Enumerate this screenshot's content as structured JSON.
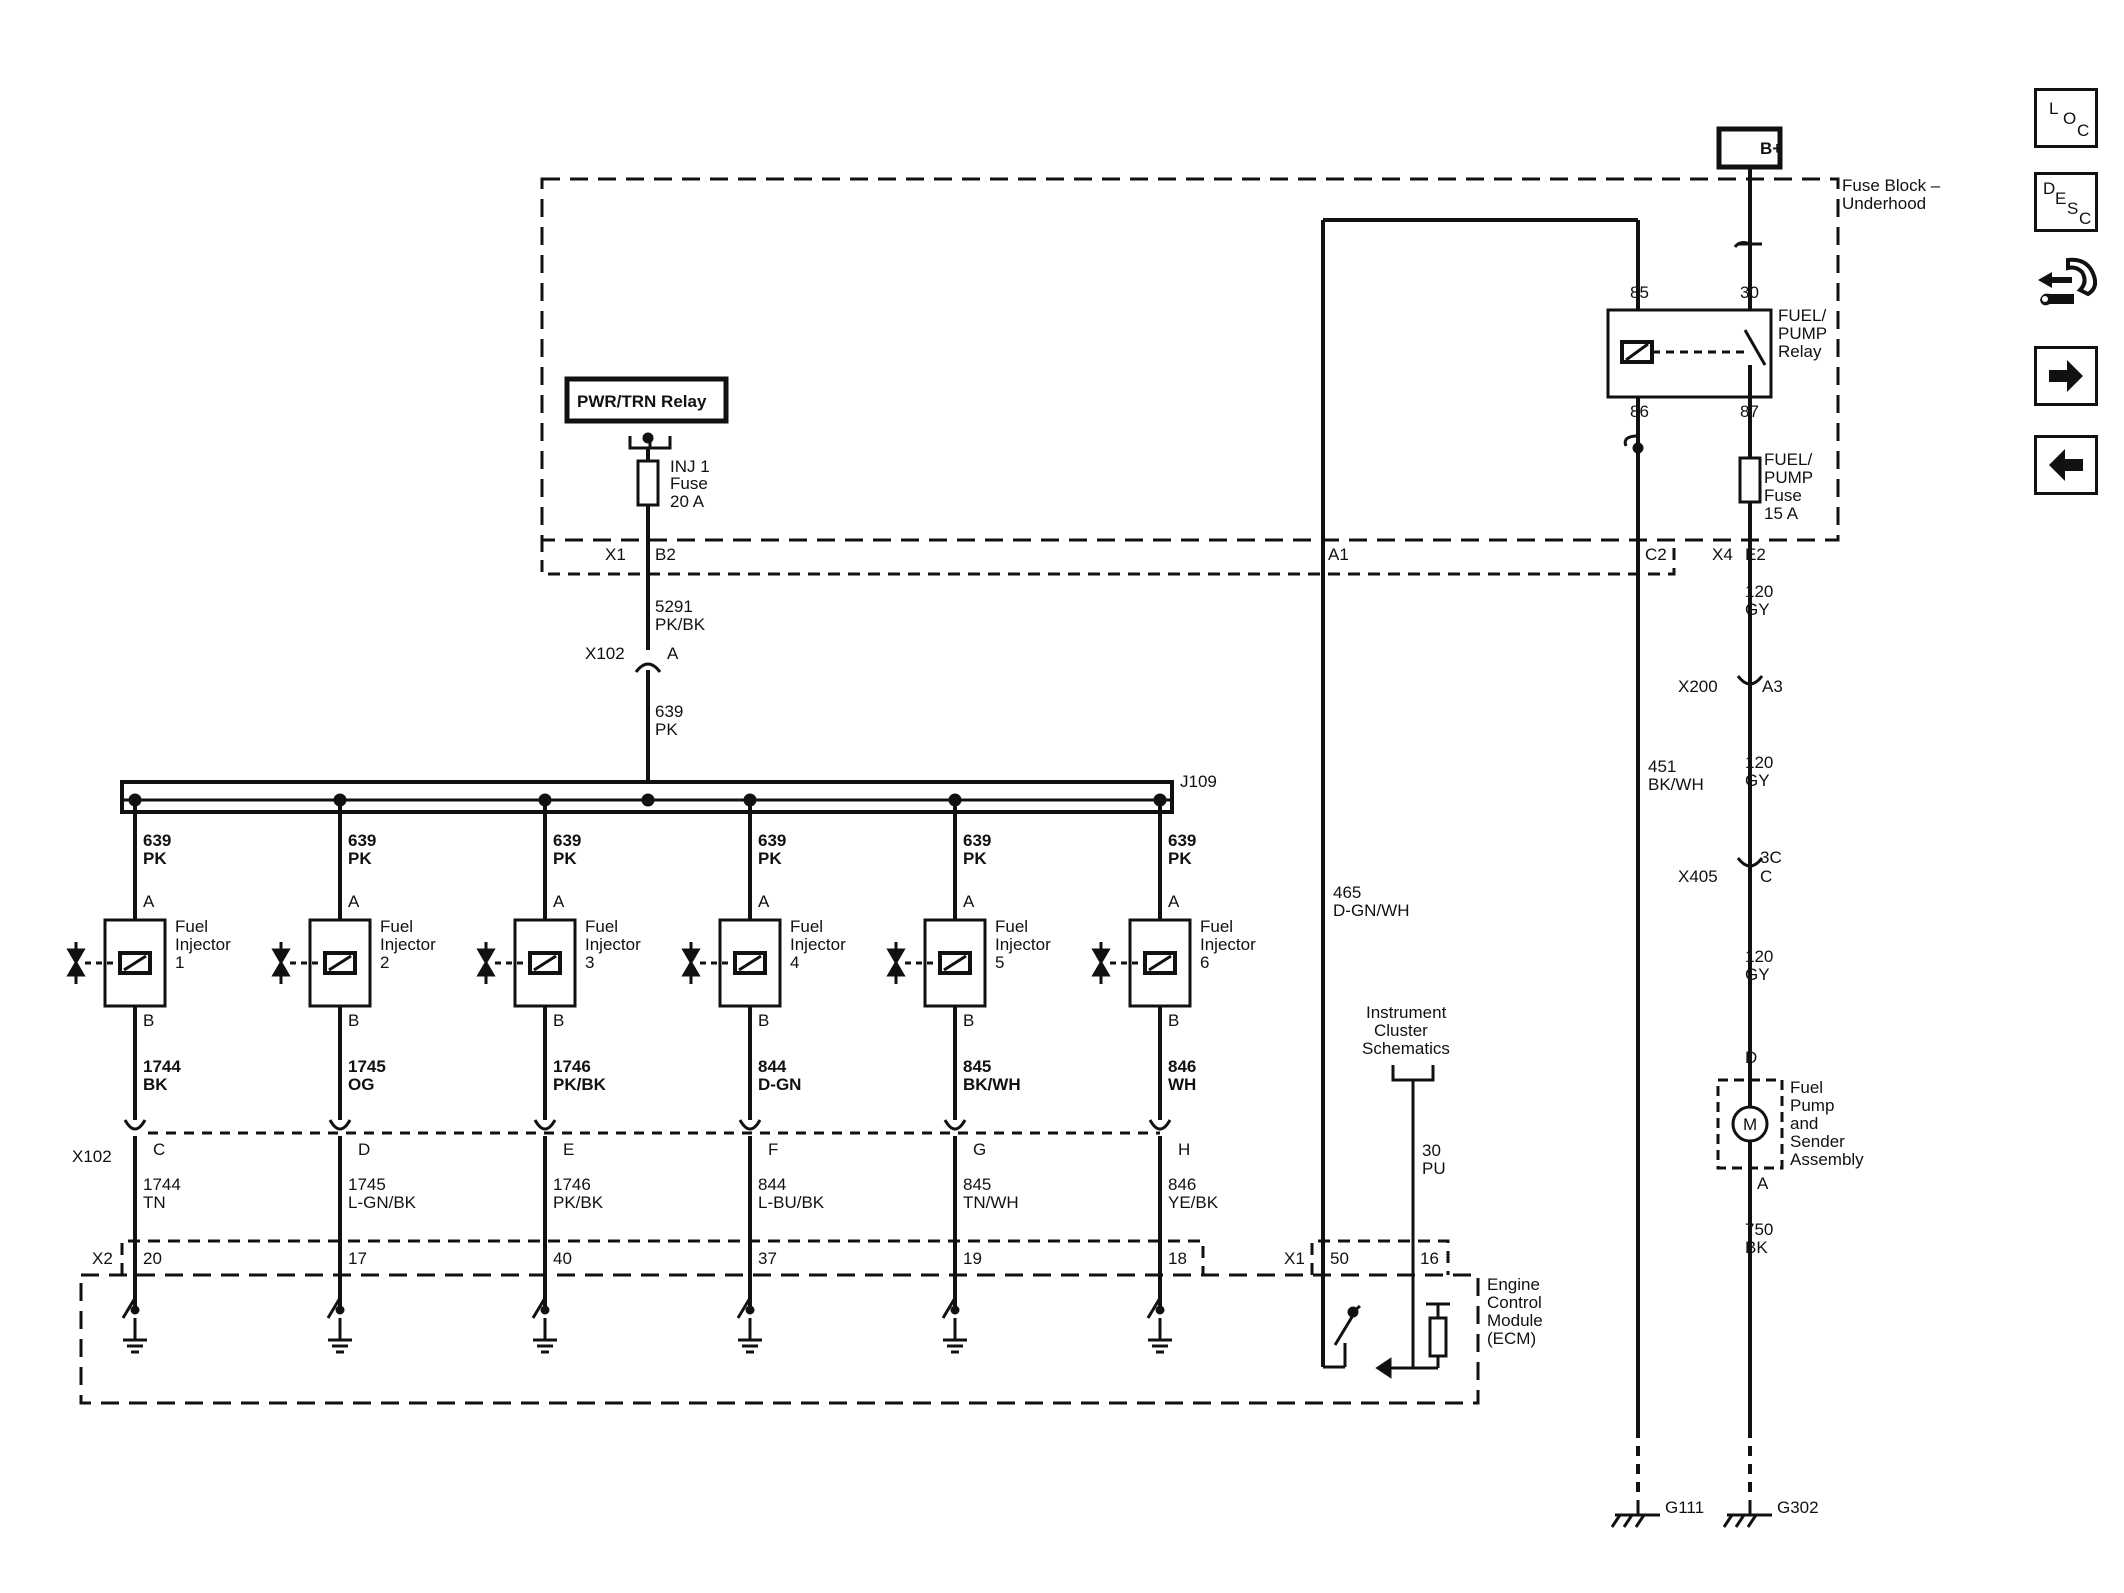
{
  "nav": {
    "loc": {
      "l1": "L",
      "l2": "O",
      "l3": "C"
    },
    "desc": {
      "l1": "D",
      "l2": "E",
      "l3": "S",
      "l4": "C"
    }
  },
  "top": {
    "bplus": "B+",
    "fuse_block_l1": "Fuse Block –",
    "fuse_block_l2": "Underhood"
  },
  "pwr": {
    "relay_label": "PWR/TRN Relay",
    "fuse_l1": "INJ 1",
    "fuse_l2": "Fuse",
    "fuse_l3": "20 A",
    "x1": "X1",
    "b2": "B2",
    "wire_num": "5291",
    "wire_color": "PK/BK",
    "x102": "X102",
    "pin_a": "A",
    "wire2_num": "639",
    "wire2_color": "PK",
    "splice": "J109"
  },
  "fuelpump": {
    "pin85": "85",
    "pin30": "30",
    "pin86": "86",
    "pin87": "87",
    "relay_l1": "FUEL/",
    "relay_l2": "PUMP",
    "relay_l3": "Relay",
    "fuse_l1": "FUEL/",
    "fuse_l2": "PUMP",
    "fuse_l3": "Fuse",
    "fuse_l4": "15 A",
    "a1": "A1",
    "c2": "C2",
    "x4": "X4",
    "e2": "E2",
    "w120a_num": "120",
    "w120a_col": "GY",
    "x200": "X200",
    "a3": "A3",
    "w120b_num": "120",
    "w120b_col": "GY",
    "x405": "X405",
    "pin3c": "3C",
    "pin_c": "C",
    "w120c_num": "120",
    "w120c_col": "GY",
    "pin_d": "D",
    "motor": "M",
    "pump_l1": "Fuel",
    "pump_l2": "Pump",
    "pump_l3": "and",
    "pump_l4": "Sender",
    "pump_l5": "Assembly",
    "pin_a": "A",
    "w750_num": "750",
    "w750_col": "BK",
    "w451_num": "451",
    "w451_col": "BK/WH",
    "g111": "G111",
    "g302": "G302"
  },
  "ecm": {
    "w465_num": "465",
    "w465_col": "D-GN/WH",
    "ic_l1": "Instrument",
    "ic_l2": "Cluster",
    "ic_l3": "Schematics",
    "w30_num": "30",
    "w30_col": "PU",
    "x1": "X1",
    "pin50": "50",
    "pin16": "16",
    "x2": "X2",
    "x102": "X102",
    "label_l1": "Engine",
    "label_l2": "Control",
    "label_l3": "Module",
    "label_l4": "(ECM)"
  },
  "injectors": [
    {
      "top_num": "639",
      "top_col": "PK",
      "pin_top": "A",
      "name": "Fuel",
      "name2": "Injector",
      "idx": "1",
      "pin_bot": "B",
      "mid_num": "1744",
      "mid_col": "BK",
      "conn": "C",
      "bot_num": "1744",
      "bot_col": "TN",
      "ecm_pin": "20"
    },
    {
      "top_num": "639",
      "top_col": "PK",
      "pin_top": "A",
      "name": "Fuel",
      "name2": "Injector",
      "idx": "2",
      "pin_bot": "B",
      "mid_num": "1745",
      "mid_col": "OG",
      "conn": "D",
      "bot_num": "1745",
      "bot_col": "L-GN/BK",
      "ecm_pin": "17"
    },
    {
      "top_num": "639",
      "top_col": "PK",
      "pin_top": "A",
      "name": "Fuel",
      "name2": "Injector",
      "idx": "3",
      "pin_bot": "B",
      "mid_num": "1746",
      "mid_col": "PK/BK",
      "conn": "E",
      "bot_num": "1746",
      "bot_col": "PK/BK",
      "ecm_pin": "40"
    },
    {
      "top_num": "639",
      "top_col": "PK",
      "pin_top": "A",
      "name": "Fuel",
      "name2": "Injector",
      "idx": "4",
      "pin_bot": "B",
      "mid_num": "844",
      "mid_col": "D-GN",
      "conn": "F",
      "bot_num": "844",
      "bot_col": "L-BU/BK",
      "ecm_pin": "37"
    },
    {
      "top_num": "639",
      "top_col": "PK",
      "pin_top": "A",
      "name": "Fuel",
      "name2": "Injector",
      "idx": "5",
      "pin_bot": "B",
      "mid_num": "845",
      "mid_col": "BK/WH",
      "conn": "G",
      "bot_num": "845",
      "bot_col": "TN/WH",
      "ecm_pin": "19"
    },
    {
      "top_num": "639",
      "top_col": "PK",
      "pin_top": "A",
      "name": "Fuel",
      "name2": "Injector",
      "idx": "6",
      "pin_bot": "B",
      "mid_num": "846",
      "mid_col": "WH",
      "conn": "H",
      "bot_num": "846",
      "bot_col": "YE/BK",
      "ecm_pin": "18"
    }
  ]
}
